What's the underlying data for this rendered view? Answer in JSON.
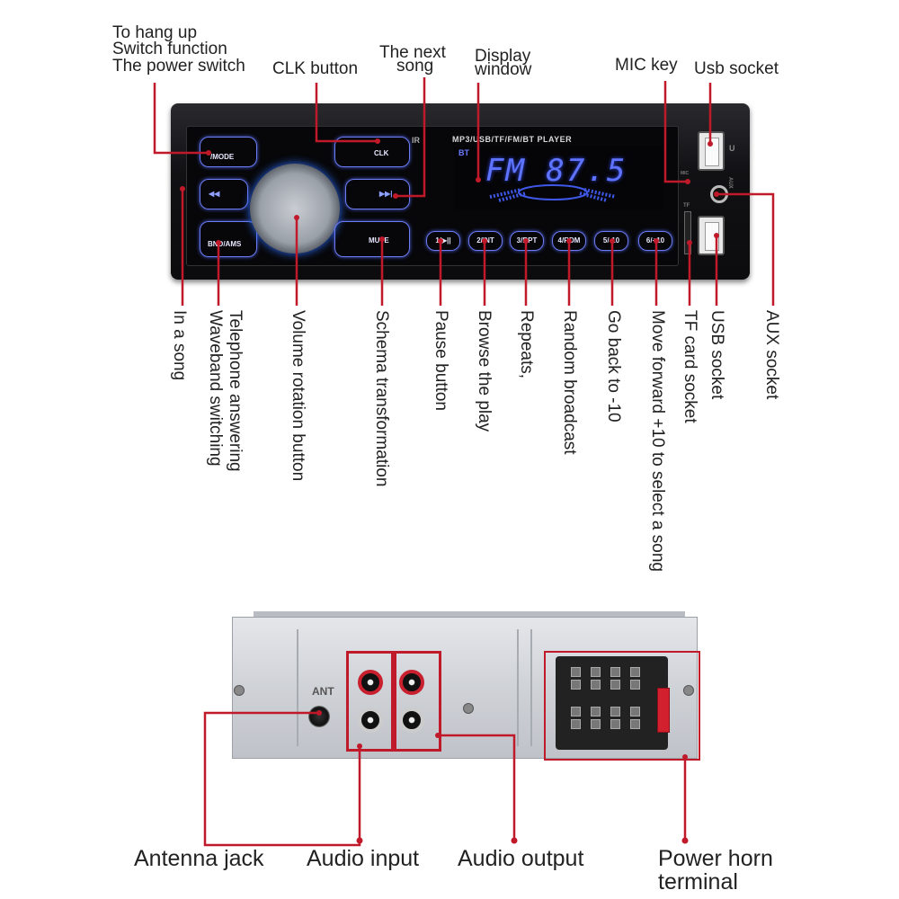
{
  "front_device": {
    "player_title": "MP3/USB/TF/FM/BT  PLAYER",
    "ir_label": "IR",
    "display": {
      "text": "FM  87.5",
      "bt_indicator": "BT"
    },
    "buttons": {
      "mode": "/MODE",
      "clk": "CLK",
      "prev": "◀◀",
      "next": "▶▶|",
      "band": "BND/AMS",
      "mute": "MUTE"
    },
    "number_buttons": [
      "1/▶||",
      "2/INT",
      "3/RPT",
      "4/RDM",
      "5/-10",
      "6/+10"
    ],
    "side_marks": {
      "usb_top": "U",
      "mic": "MIC",
      "aux": "AUX",
      "tf": "TF"
    }
  },
  "top_callouts": {
    "power": [
      "To hang up",
      "Switch function",
      "The power switch"
    ],
    "clk": "CLK button",
    "next_song": [
      "The next",
      "song"
    ],
    "display": [
      "Display",
      "window"
    ],
    "mic": "MIC key",
    "usb": "Usb socket"
  },
  "vertical_callouts": [
    "In a song",
    "Telephone answering",
    "Waveband switching",
    "Volume rotation button",
    "Schema transformation",
    "Pause button",
    "Browse the play",
    "Repeats,",
    "Random broadcast",
    "Go back to -10",
    "Move forward +10 to select a song",
    "TF card socket",
    "USB socket",
    "AUX socket"
  ],
  "rear_device": {
    "antenna_mark": "ANT"
  },
  "bottom_callouts": {
    "antenna": "Antenna jack",
    "audio_in": "Audio input",
    "audio_out": "Audio output",
    "power_horn": [
      "Power horn",
      "terminal"
    ]
  },
  "colors": {
    "leader": "#c0192a",
    "backlight": "#5e73ff",
    "chassis": "#cfd2d7"
  }
}
